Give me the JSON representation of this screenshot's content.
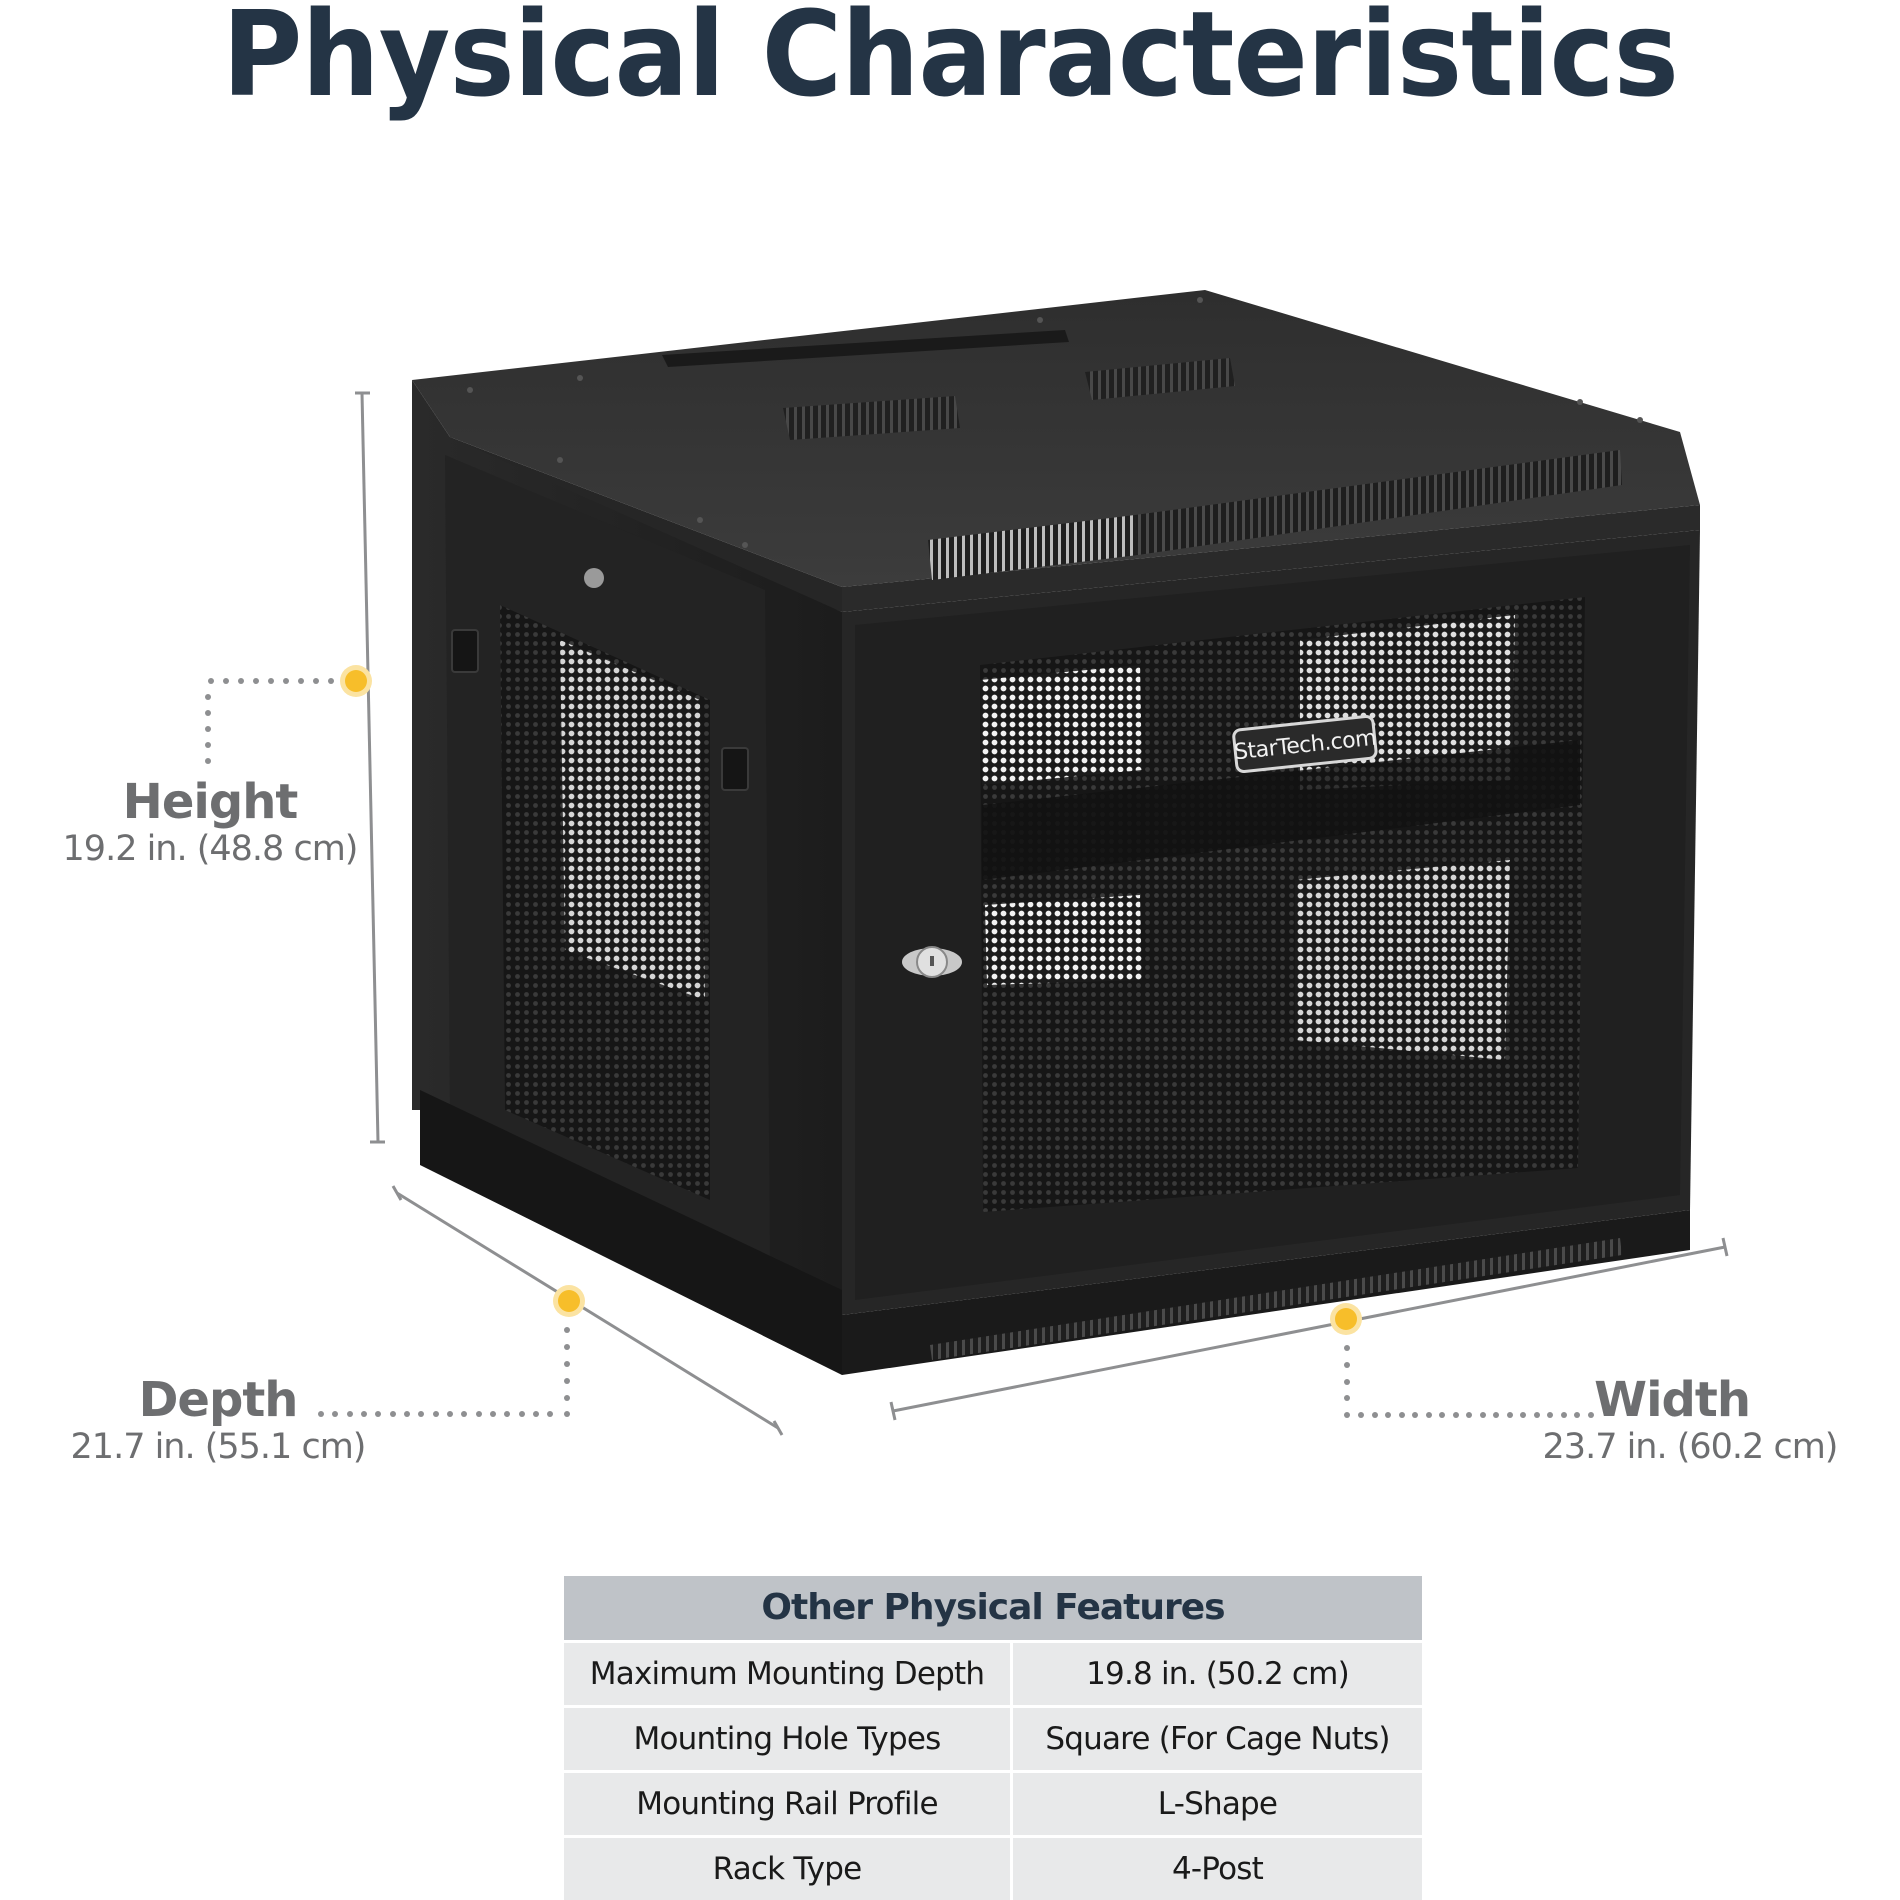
{
  "title": "Physical Characteristics",
  "product": {
    "brand_badge": "StarTech.com",
    "image_alt": "Black wall-mount network rack cabinet with perforated mesh front door"
  },
  "dimensions": {
    "height": {
      "name": "Height",
      "value": "19.2 in. (48.8 cm)"
    },
    "depth": {
      "name": "Depth",
      "value": "21.7 in. (55.1 cm)"
    },
    "width": {
      "name": "Width",
      "value": "23.7 in. (60.2 cm)"
    }
  },
  "colors": {
    "title": "#243445",
    "marker": "#f7be2a",
    "dimension_line": "#8e8f91",
    "label_text": "#6d6e70",
    "table_header_bg": "#bfc3c8",
    "table_cell_bg": "#e8e9ea"
  },
  "features_table": {
    "header": "Other Physical Features",
    "rows": [
      {
        "label": "Maximum Mounting Depth",
        "value": "19.8 in. (50.2 cm)"
      },
      {
        "label": "Mounting Hole Types",
        "value": "Square (For Cage Nuts)"
      },
      {
        "label": "Mounting Rail Profile",
        "value": "L-Shape"
      },
      {
        "label": "Rack Type",
        "value": "4-Post"
      }
    ]
  }
}
